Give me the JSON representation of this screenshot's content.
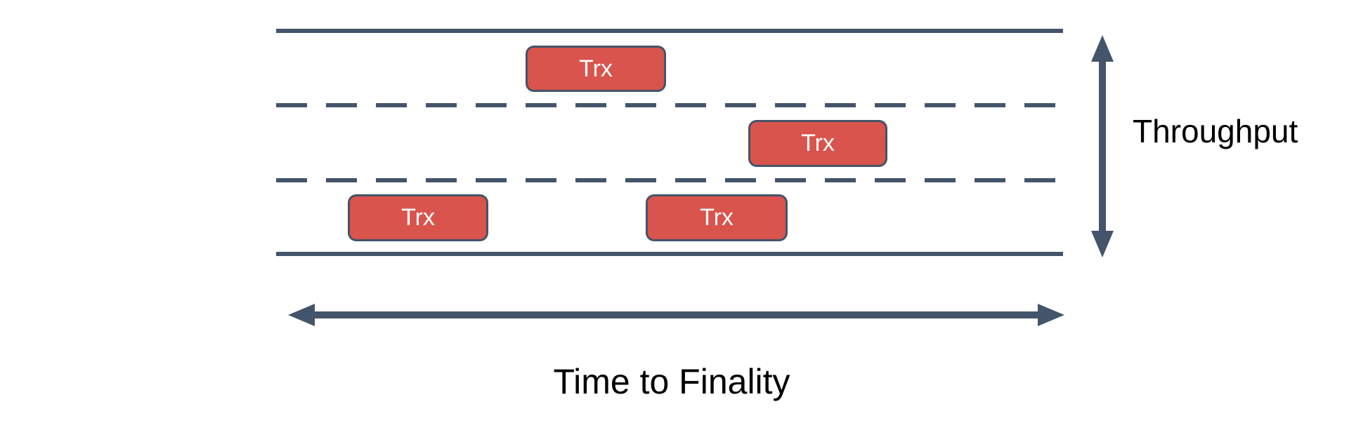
{
  "diagram": {
    "axes": {
      "throughput_label": "Throughput",
      "time_to_finality_label": "Time to Finality"
    },
    "transactions": [
      {
        "label": "Trx",
        "lane": "top"
      },
      {
        "label": "Trx",
        "lane": "middle"
      },
      {
        "label": "Trx",
        "lane": "bottom"
      },
      {
        "label": "Trx",
        "lane": "bottom"
      }
    ],
    "colors": {
      "line_color": "#44546A",
      "box_fill": "#D9544D",
      "box_border": "#44546A",
      "box_text": "#FFFFFF",
      "label_text": "#000000",
      "background": "#FFFFFF"
    }
  }
}
